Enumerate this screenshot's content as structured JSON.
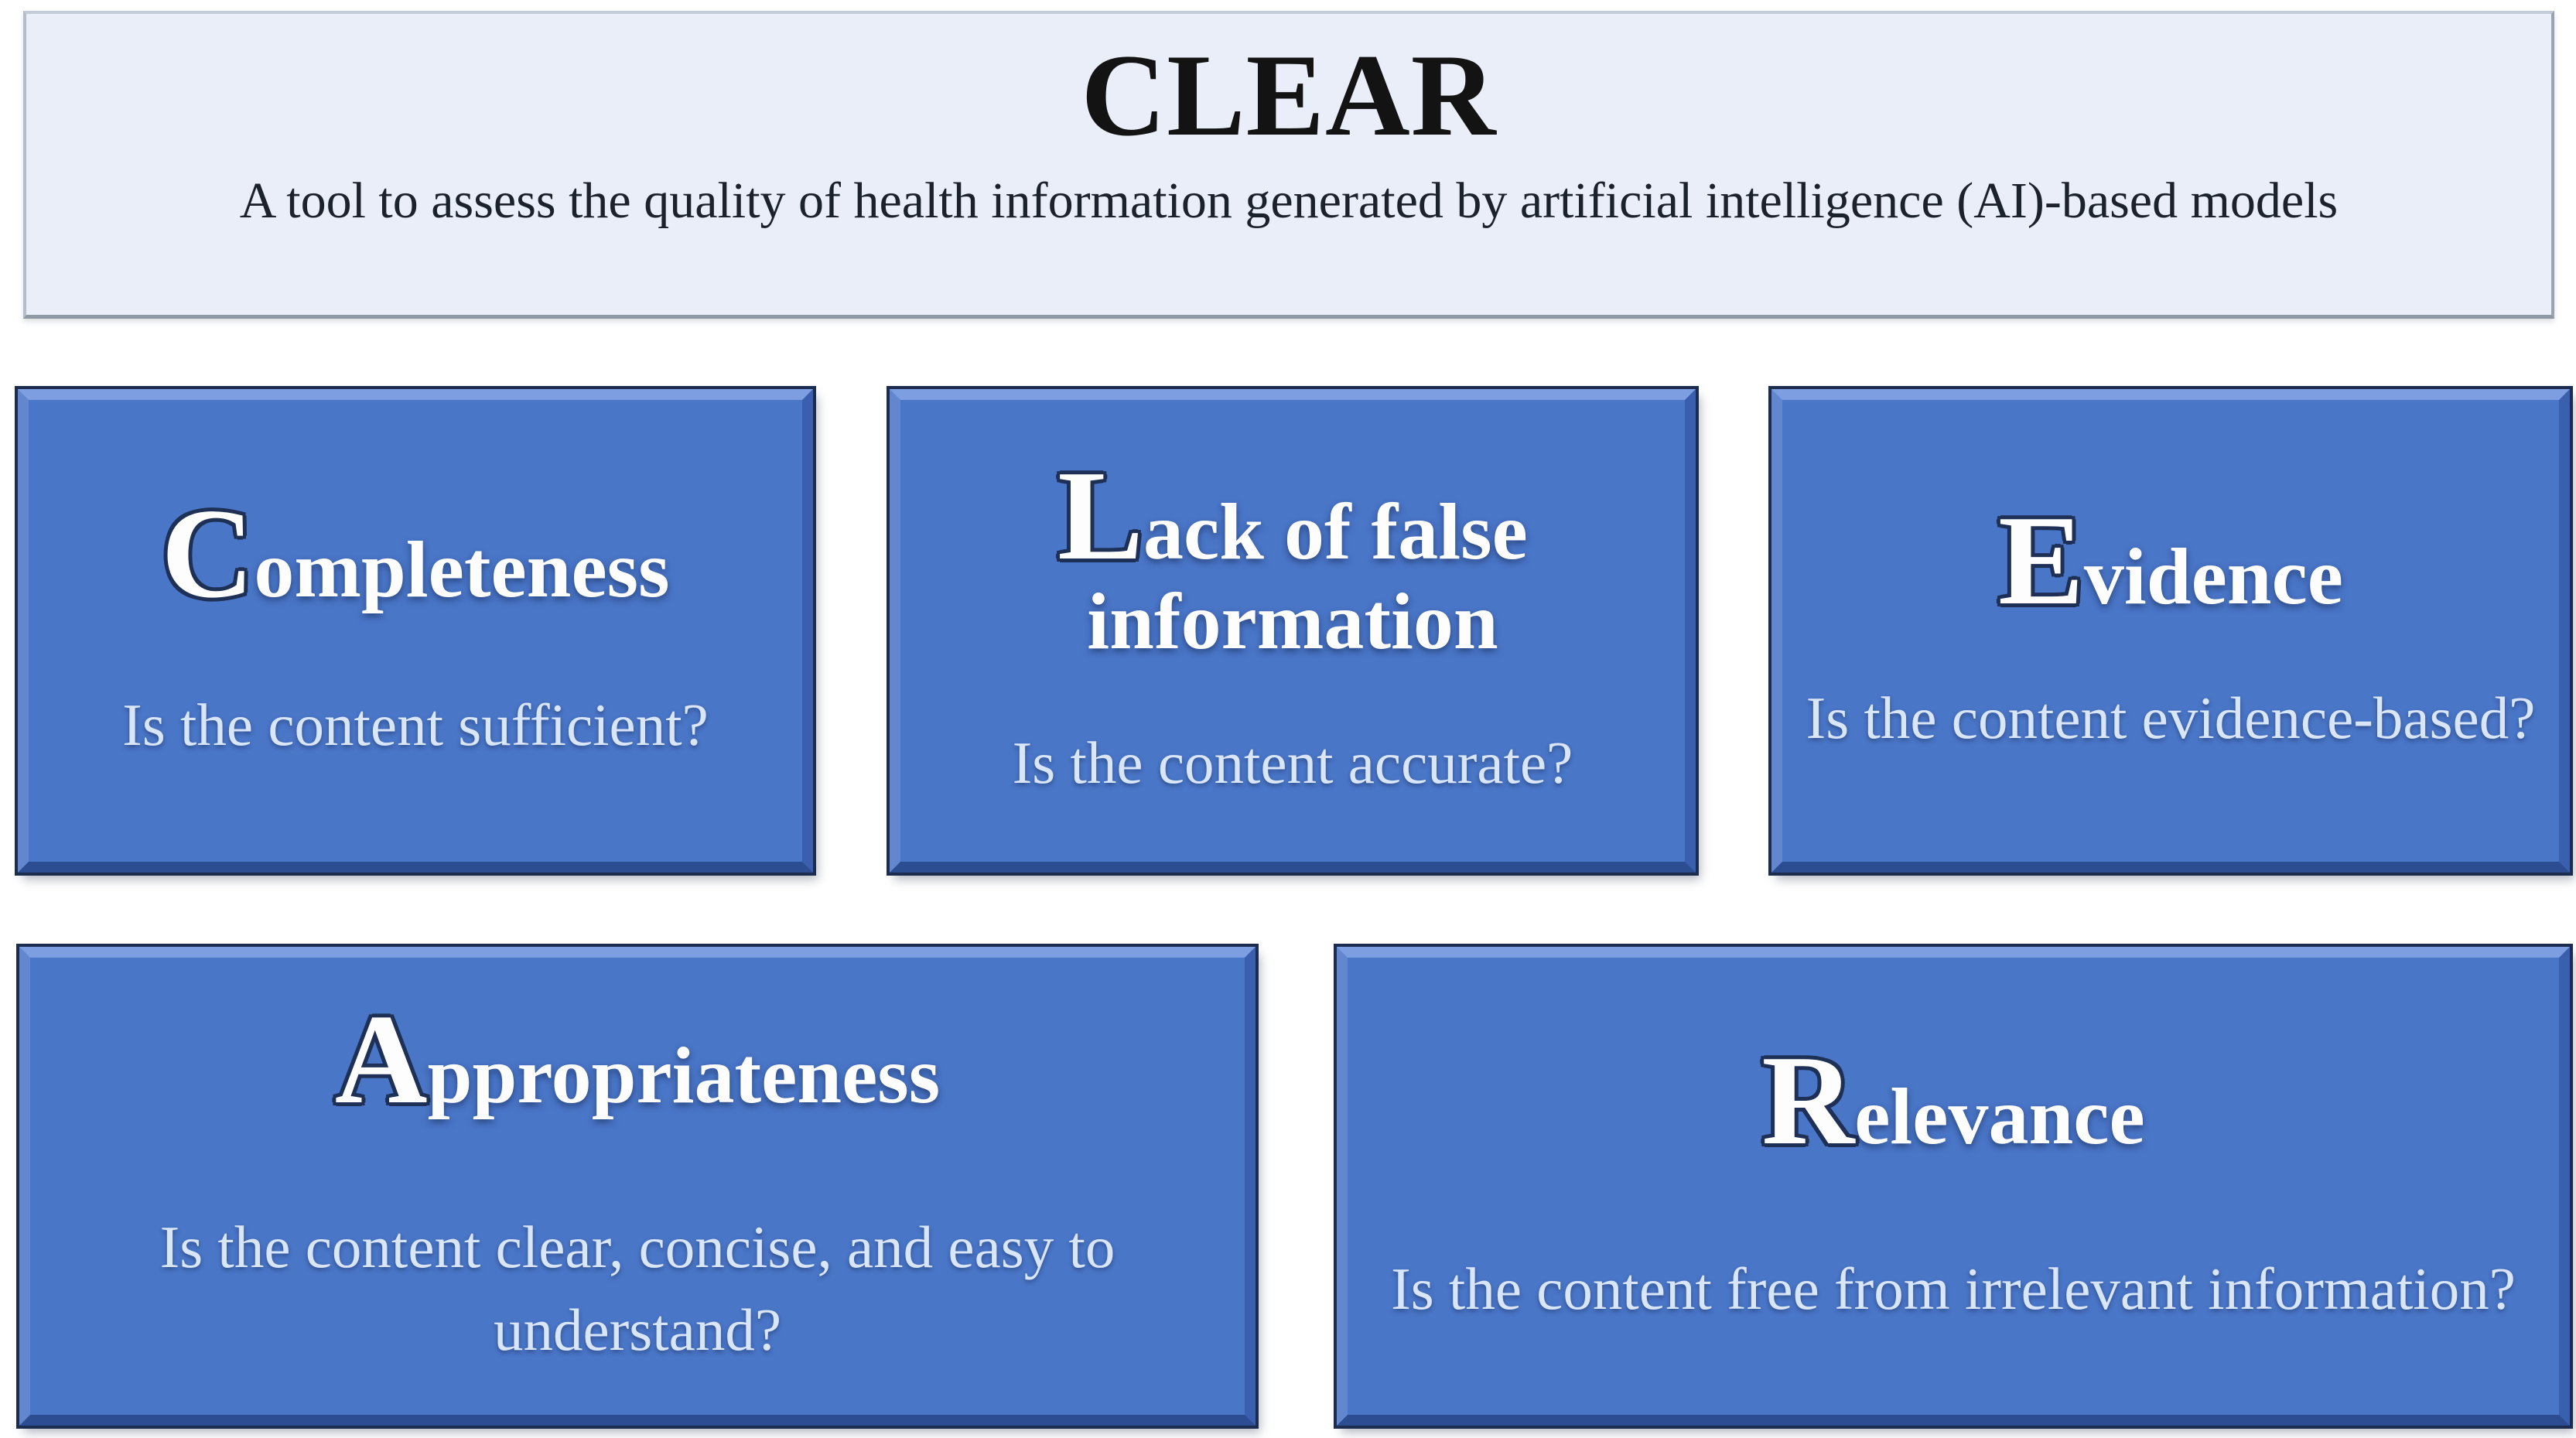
{
  "header": {
    "title": "CLEAR",
    "subtitle": "A tool to assess the quality of health information generated by artificial intelligence (AI)-based models"
  },
  "cards": [
    {
      "name": "completeness",
      "initial": "C",
      "rest": "ompleteness",
      "question": "Is the content sufficient?"
    },
    {
      "name": "lack-of-false-information",
      "initial": "L",
      "rest": "ack of false information",
      "question": "Is the content accurate?"
    },
    {
      "name": "evidence",
      "initial": "E",
      "rest": "vidence",
      "question": "Is the content evidence-based?"
    },
    {
      "name": "appropriateness",
      "initial": "A",
      "rest": "ppropriateness",
      "question": "Is the content clear, concise, and easy to understand?"
    },
    {
      "name": "relevance",
      "initial": "R",
      "rest": "elevance",
      "question": "Is the content free from irrelevant information?"
    }
  ],
  "colors": {
    "card_fill": "#4a76c8",
    "card_bevel_light": "#7d9ee1",
    "card_bevel_dark": "#2c4d92",
    "card_outline": "#1c2c4e",
    "header_background": "#eaeef8",
    "header_border": "#9aa4b1",
    "title_text": "#131313",
    "card_heading_text": "#fdfdfd",
    "card_question_text": "#d9e5f8"
  }
}
